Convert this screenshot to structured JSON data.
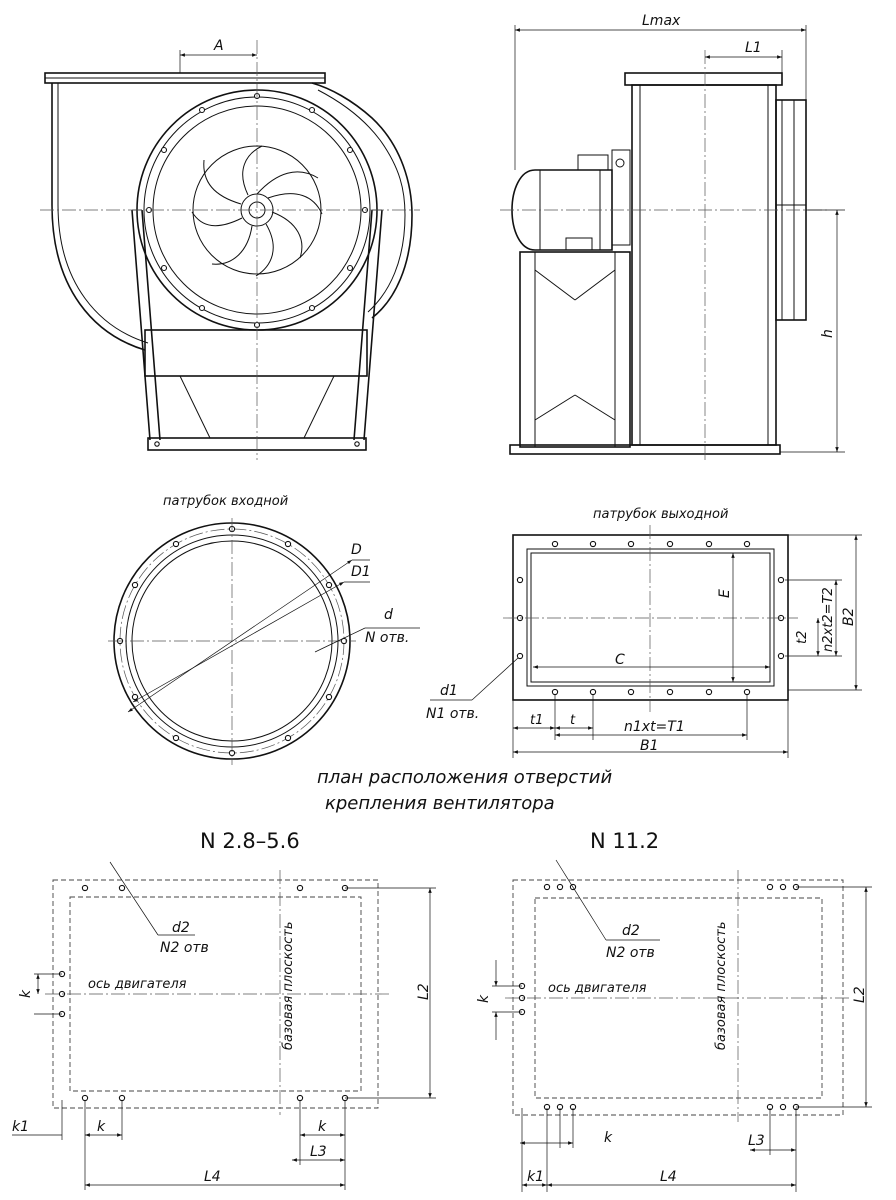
{
  "labels": {
    "A": "A",
    "Lmax": "Lmax",
    "L1": "L1",
    "h": "h",
    "inlet_title": "патрубок входной",
    "outlet_title": "патрубок выходной",
    "D": "D",
    "D1": "D1",
    "d": "d",
    "N_otv": "N отв.",
    "E": "E",
    "C": "C",
    "t2": "t2",
    "n2t2": "n2xt2=T2",
    "B2": "B2",
    "d1": "d1",
    "N1_otv": "N1 отв.",
    "t1": "t1",
    "t": "t",
    "n1t": "n1xt=T1",
    "B1": "B1",
    "plan_line1": "план расположения отверстий",
    "plan_line2": "крепления вентилятора",
    "size_left": "N 2.8–5.6",
    "size_right": "N 11.2",
    "d2": "d2",
    "N2_otv": "N2 отв",
    "k": "k",
    "motor_axis": "ось двигателя",
    "base_plane": "базовая плоскость",
    "L2": "L2",
    "k1": "k1",
    "L3": "L3",
    "L4": "L4"
  }
}
